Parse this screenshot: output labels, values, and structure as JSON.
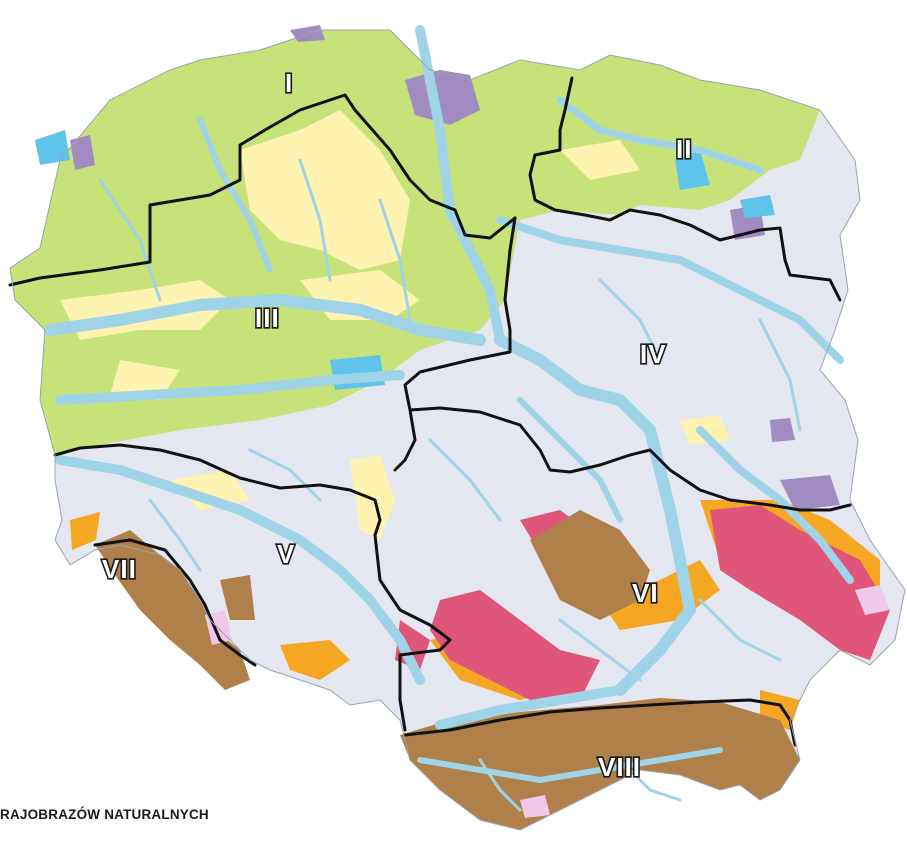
{
  "map": {
    "caption": "RAJOBRAZÓW NATURALNYCH",
    "regions": [
      {
        "id": "I",
        "label": "I"
      },
      {
        "id": "II",
        "label": "II"
      },
      {
        "id": "III",
        "label": "III"
      },
      {
        "id": "IV",
        "label": "IV"
      },
      {
        "id": "V",
        "label": "V"
      },
      {
        "id": "VI",
        "label": "VI"
      },
      {
        "id": "VII",
        "label": "VII"
      },
      {
        "id": "VIII",
        "label": "VIII"
      }
    ],
    "colors": {
      "lowland_young_glacial": "#c8e27a",
      "lowland_old_glacial": "#e4e7ef",
      "sandy_plains": "#fdf2b0",
      "river_valleys": "#9fd4e8",
      "lakes": "#5ec4ea",
      "wetlands": "#a08cc0",
      "uplands_loess": "#f5a623",
      "uplands_carbonate": "#e0557a",
      "mountains_foothills": "#b0804a",
      "high_mountains": "#f0c8e8",
      "region_border": "#111111"
    }
  }
}
